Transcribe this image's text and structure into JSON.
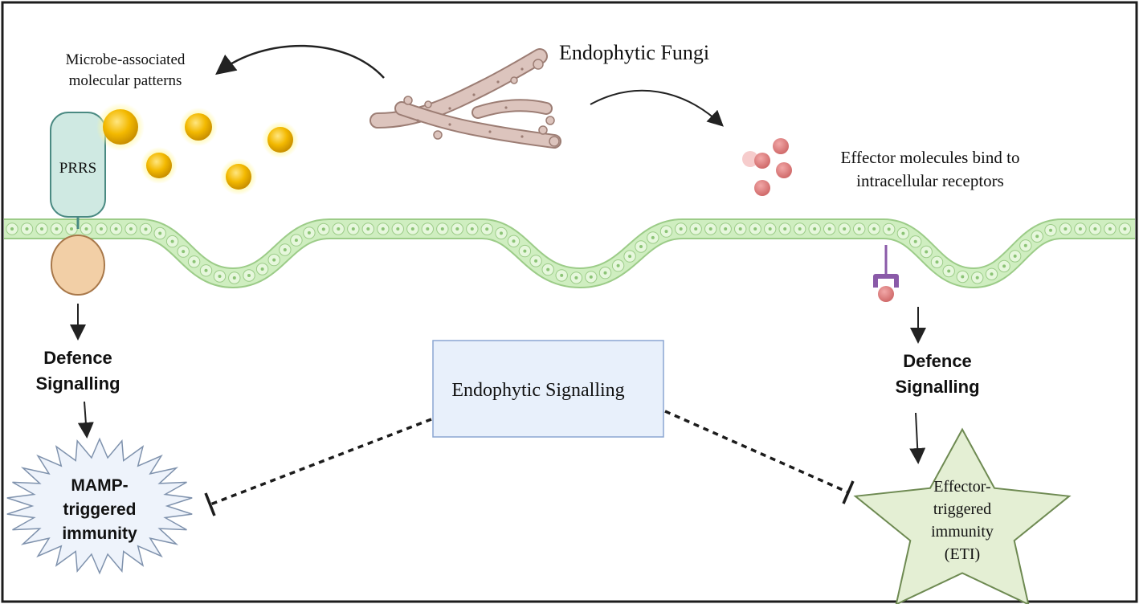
{
  "labels": {
    "fungi": "Endophytic Fungi",
    "mamp_line1": "Microbe-associated",
    "mamp_line2": "molecular patterns",
    "prrs": "PRRS",
    "effector_line1": "Effector molecules bind to",
    "effector_line2": "intracellular receptors",
    "defence_left_line1": "Defence",
    "defence_left_line2": "Signalling",
    "defence_right_line1": "Defence",
    "defence_right_line2": "Signalling",
    "center_box": "Endophytic Signalling",
    "mti_line1": "MAMP-",
    "mti_line2": "triggered",
    "mti_line3": "immunity",
    "eti_line1": "Effector-",
    "eti_line2": "triggered",
    "eti_line3": "immunity",
    "eti_line4": "(ETI)"
  },
  "colors": {
    "frame": "#1c1c1c",
    "membrane_fill": "#cfeec0",
    "membrane_cell": "#e6f7dc",
    "membrane_stroke": "#9ccc88",
    "prrs_fill": "#cfe9e2",
    "prrs_stroke": "#4a8a82",
    "oval_fill": "#f2cfa6",
    "oval_stroke": "#a8784a",
    "mamp_gold": "#f2b800",
    "effector_pink": "#e08080",
    "receptor_purple": "#8a5aa8",
    "box_fill": "#e8f0fb",
    "box_stroke": "#8aa6d2",
    "burst_fill": "#eef3fb",
    "burst_stroke": "#7f92ad",
    "star_fill": "#e4efd4",
    "star_stroke": "#6e8a52",
    "fungi_fill": "#dcc4bd",
    "fungi_stroke": "#9c7d74"
  }
}
